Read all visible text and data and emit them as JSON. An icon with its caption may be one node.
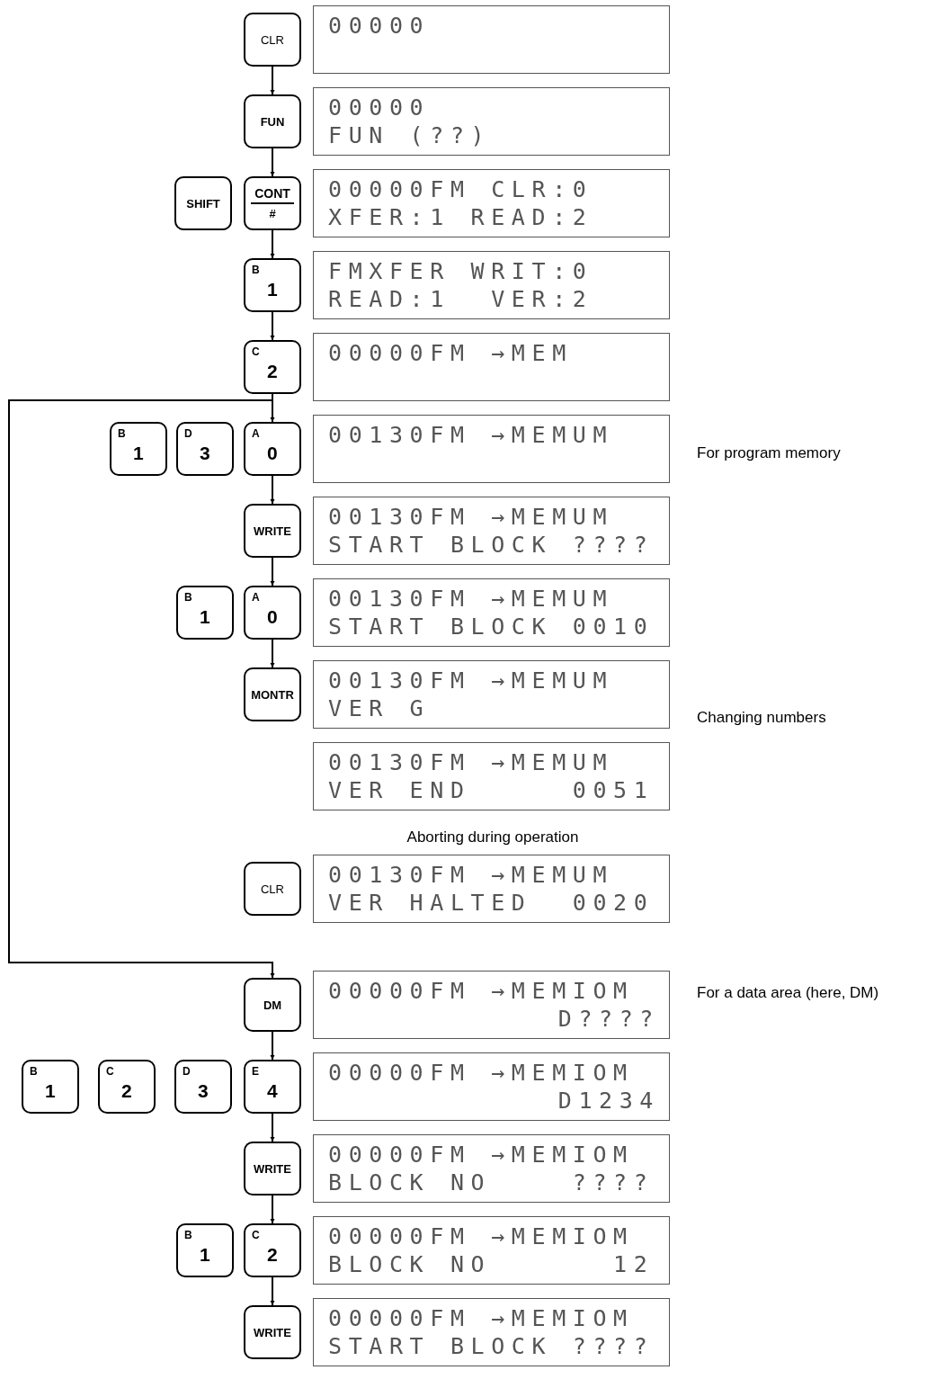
{
  "diagram": {
    "nodes": [
      {
        "text": [
          "CLR"
        ]
      },
      {
        "text": [
          "00000"
        ]
      },
      {
        "text": [
          "FUN"
        ]
      },
      {
        "text": [
          "00000",
          "FUN (??)"
        ]
      },
      {
        "text": [
          "SHIFT"
        ]
      },
      {
        "text": [
          "CONT",
          "#"
        ]
      },
      {
        "text": [
          "00000FM CLR:0",
          "XFER:1 READ:2"
        ]
      },
      {
        "text": [
          "B",
          "1"
        ]
      },
      {
        "text": [
          "FMXFER WRIT:0",
          "READ:1  VER:2"
        ]
      },
      {
        "text": [
          "C",
          "2"
        ]
      },
      {
        "text": [
          "00000FM →MEM"
        ]
      },
      {
        "text": [
          "B",
          "1"
        ]
      },
      {
        "text": [
          "D",
          "3"
        ]
      },
      {
        "text": [
          "A",
          "0"
        ]
      },
      {
        "text": [
          "00130FM →MEMUM"
        ],
        "beside": [
          "For program memory"
        ]
      },
      {
        "text": [
          "WRITE"
        ]
      },
      {
        "text": [
          "00130FM →MEMUM",
          "START BLOCK ????"
        ]
      },
      {
        "text": [
          "B",
          "1"
        ]
      },
      {
        "text": [
          "A",
          "0"
        ]
      },
      {
        "text": [
          "00130FM →MEMUM",
          "START BLOCK 0010"
        ]
      },
      {
        "text": [
          "MONTR"
        ]
      },
      {
        "text": [
          "00130FM →MEMUM",
          "VER G"
        ]
      },
      {
        "text": [
          "00130FM →MEMUM",
          "VER END     0051"
        ]
      },
      {
        "text": [
          "CLR"
        ]
      },
      {
        "text": [
          "00130FM →MEMUM",
          "VER HALTED  0020"
        ]
      },
      {
        "text": [
          "DM"
        ]
      },
      {
        "text": [
          "00000FM →MEMIOM",
          "D????"
        ],
        "beside": [
          "For a data area (here, DM)"
        ]
      },
      {
        "text": [
          "B",
          "1"
        ]
      },
      {
        "text": [
          "C",
          "2"
        ]
      },
      {
        "text": [
          "D",
          "3"
        ]
      },
      {
        "text": [
          "E",
          "4"
        ]
      },
      {
        "text": [
          "00000FM →MEMIOM",
          "D1234"
        ]
      },
      {
        "text": [
          "WRITE"
        ]
      },
      {
        "text": [
          "00000FM →MEMIOM",
          "BLOCK NO    ????"
        ]
      },
      {
        "text": [
          "B",
          "1"
        ]
      },
      {
        "text": [
          "C",
          "2"
        ]
      },
      {
        "text": [
          "00000FM →MEMIOM",
          "BLOCK NO      12"
        ]
      },
      {
        "text": [
          "WRITE"
        ]
      },
      {
        "text": [
          "00000FM →MEMIOM",
          "START BLOCK ????"
        ]
      }
    ],
    "edges": [
      {
        "from": 0,
        "to": 2,
        "arrow": "to"
      },
      {
        "from": 2,
        "to": 5,
        "arrow": "to"
      },
      {
        "from": 5,
        "to": 7,
        "arrow": "to"
      },
      {
        "from": 7,
        "to": 9,
        "arrow": "to"
      },
      {
        "from": 9,
        "to": 13,
        "arrow": "to"
      },
      {
        "from": 13,
        "to": 15,
        "arrow": "to"
      },
      {
        "from": 15,
        "to": 18,
        "arrow": "to"
      },
      {
        "from": 18,
        "to": 20,
        "arrow": "to"
      },
      {
        "from": 9,
        "to": 25,
        "arrow": "to"
      },
      {
        "from": 25,
        "to": 30,
        "arrow": "to"
      },
      {
        "from": 30,
        "to": 32,
        "arrow": "to"
      },
      {
        "from": 32,
        "to": 35,
        "arrow": "to"
      },
      {
        "from": 35,
        "to": 37,
        "arrow": "to"
      }
    ],
    "labels": [
      "Changing numbers",
      "Aborting during operation"
    ]
  }
}
